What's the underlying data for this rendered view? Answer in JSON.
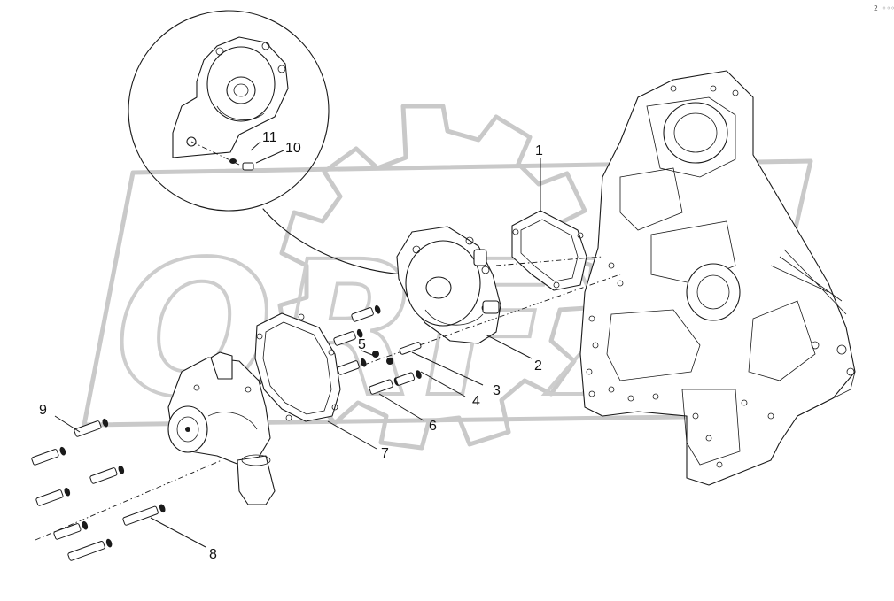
{
  "corner_mark": "2 ◦◦◦",
  "callouts": [
    {
      "id": "1",
      "text": "1"
    },
    {
      "id": "2",
      "text": "2"
    },
    {
      "id": "3",
      "text": "3"
    },
    {
      "id": "4",
      "text": "4"
    },
    {
      "id": "5",
      "text": "5"
    },
    {
      "id": "6",
      "text": "6"
    },
    {
      "id": "7",
      "text": "7"
    },
    {
      "id": "8",
      "text": "8"
    },
    {
      "id": "9",
      "text": "9"
    },
    {
      "id": "10",
      "text": "10"
    },
    {
      "id": "11",
      "text": "11"
    }
  ],
  "watermark_text": "ORFX",
  "colors": {
    "line": "#1a1a1a",
    "watermark": "#c9c9c9",
    "background": "#ffffff"
  }
}
